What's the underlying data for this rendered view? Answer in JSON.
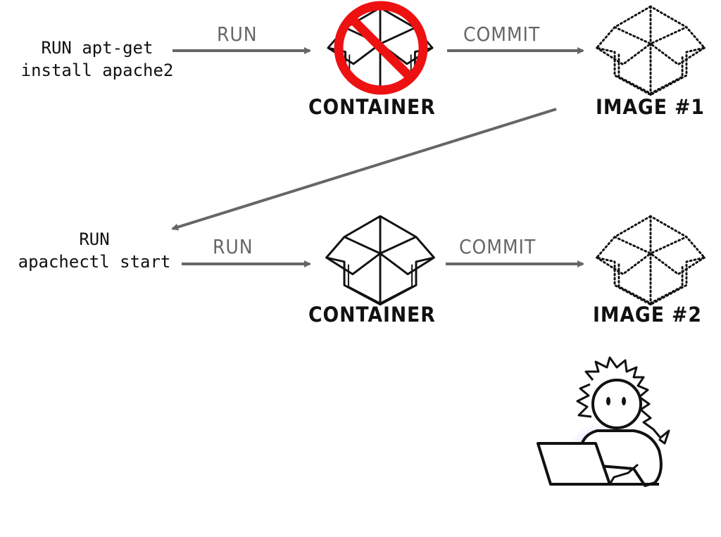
{
  "colors": {
    "arrow": "#666666",
    "ink": "#111111",
    "prohibit": "#ee1111",
    "glow": "#c8c4ff"
  },
  "steps": [
    {
      "command_lines": [
        "RUN apt-get",
        "install apache2"
      ],
      "run_label": "RUN",
      "container_label": "CONTAINER",
      "container_discarded": true,
      "commit_label": "COMMIT",
      "image_label": "IMAGE #1"
    },
    {
      "command_lines": [
        "RUN",
        "apachectl start"
      ],
      "run_label": "RUN",
      "container_label": "CONTAINER",
      "container_discarded": false,
      "commit_label": "COMMIT",
      "image_label": "IMAGE #2"
    }
  ],
  "icons": {
    "container": "open-box-icon",
    "image": "dotted-box-icon",
    "prohibited": "prohibited-sign-icon",
    "user": "person-at-laptop-icon"
  }
}
